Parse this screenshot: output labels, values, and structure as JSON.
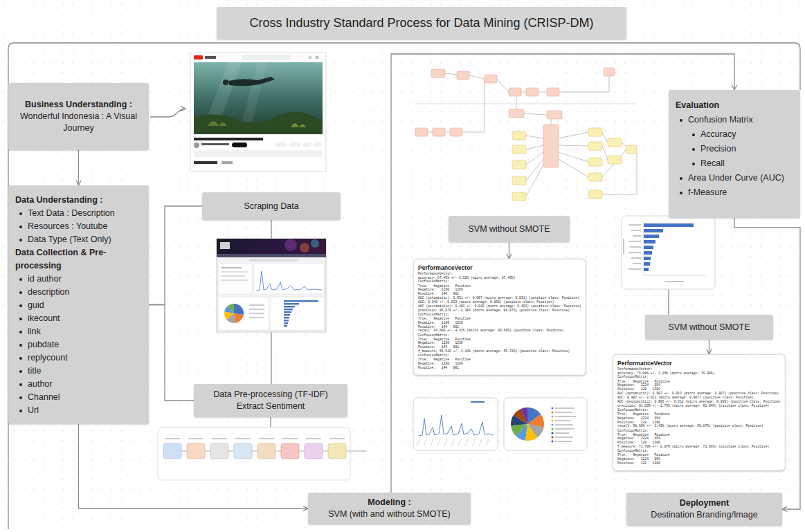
{
  "diagram": {
    "title": "Cross Industry Standard Process for Data Mining (CRISP-DM)",
    "nodes": [
      {
        "text": [
          "Business Understanding :",
          "Wonderful Indonesia : A Visual Journey"
        ]
      },
      {
        "text": [
          "Data Understanding :",
          "Text Data : Description",
          "Resources : Youtube",
          "Data Type (Text Only)",
          "Data Collection & Pre-processing",
          "id author",
          "description",
          "guid",
          "ikecount",
          "link",
          "pubdate",
          "replycount",
          "title",
          "author",
          "Channel",
          "Url"
        ]
      },
      {
        "text": [
          "Scraping Data"
        ]
      },
      {
        "text": [
          "Data Pre-processing (TF-IDF)",
          "Extract Sentiment"
        ]
      },
      {
        "text": [
          "SVM without SMOTE"
        ]
      },
      {
        "text": [
          "PerformanceVector",
          "PerformanceVector:",
          "accuracy: 67.43% +/- 2.32% (micro average: 67.43%)",
          "ConfusionMatrix:",
          "True:   Negative   Positive",
          "Negative:   1190   1269",
          "Positive:   144   981",
          "AUC (optimistic): 0.931 +/- 0.007 (micro average: 0.931) (positive class: Positive)",
          "AUC: 0.849 +/- 0.023 (micro average: 0.850) (positive class: Positive)",
          "AUC (pessimistic): 0.402 +/- 0.040 (micro average: 0.402) (positive class: Positive)",
          "precision: 86.87% +/- 2.38% (micro average: 86.87%) (positive class: Positive)",
          "ConfusionMatrix:",
          "True:   Negative   Positive",
          "Negative:   1190   1269",
          "Positive:   144   981",
          "recall: 43.60% +/- 4.31% (micro average: 43.60%) (positive class: Positive)",
          "ConfusionMatrix:",
          "True:   Negative   Positive",
          "Negative:   1190   1269",
          "Positive:   144   981",
          "f_measure: 55.52% +/- 4.14% (micro average: 55.72%) (positive class: Positive)",
          "ConfusionMatrix:",
          "True:   Negative   Positive",
          "Negative:   1190   1269",
          "Positive:   144   981"
        ]
      },
      {
        "text": [
          "Evaluation",
          "Confusion Matrix",
          "Accuracy",
          "Precision",
          "Recall",
          "Area Under Curve (AUC)",
          "f-Measure"
        ]
      },
      {
        "text": [
          "SVM without SMOTE"
        ]
      },
      {
        "text": [
          "PerformanceVector",
          "PerformanceVector:",
          "accuracy: 76.08% +/- 1.28% (micro average: 76.08%)",
          "ConfusionMatrix:",
          "True:   Negative   Positive",
          "Negative:   2224   954",
          "Positive:   128   1300",
          "AUC (optimistic): 0.907 +/- 0.013 (micro average: 0.907) (positive class: Positive)",
          "AUC: 0.907 +/- 0.012 (micro average: 0.907) (positive class: Positive)",
          "AUC (pessimistic): 0.906 +/- 0.012 (micro average: 0.906) (positive class: Positive)",
          "precision: 91.03% +/- 1.75% (micro average: 91.04%) (positive class: Positive)",
          "ConfusionMatrix:",
          "True:   Negative   Positive",
          "Negative:   2224   954",
          "Positive:   128   1300",
          "recall: 58.68% +/- 2.43% (micro average: 58.67%) (positive class: Positive)",
          "ConfusionMatrix:",
          "True:   Negative   Positive",
          "Negative:   2224   954",
          "Positive:   128   1300",
          "f_measure: 71.70% +/- 2.07% (micro average: 71.66%) (positive class: Positive)",
          "ConfusionMatrix:",
          "True:   Negative   Positive",
          "Negative:   2224   954",
          "Positive:   128   1300"
        ]
      },
      {
        "text": [
          "Modeling :",
          "SVM (with and without SMOTE)"
        ]
      },
      {
        "text": [
          "Deployment",
          "Destination Branding/Image"
        ]
      }
    ],
    "edges": [
      {
        "from": 0,
        "to": 1,
        "arrow": "to"
      },
      {
        "from": 1,
        "to": 2,
        "arrow": "none"
      },
      {
        "from": 1,
        "to": 3,
        "arrow": "none"
      },
      {
        "from": 1,
        "to": 9,
        "arrow": "to"
      },
      {
        "from": 9,
        "to": 6,
        "arrow": "to"
      },
      {
        "from": 4,
        "to": 5,
        "arrow": "to"
      },
      {
        "from": 7,
        "to": 8,
        "arrow": "to"
      },
      {
        "from": 6,
        "to": 10,
        "arrow": "to"
      }
    ]
  }
}
